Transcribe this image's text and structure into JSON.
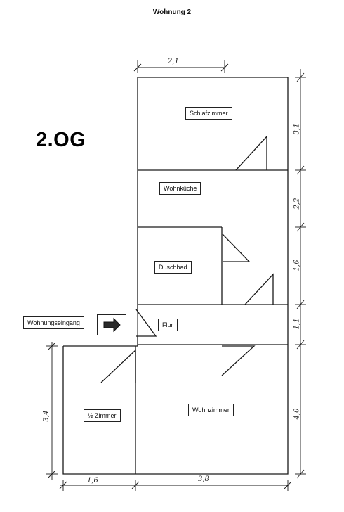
{
  "header": {
    "title": "Wohnung 2",
    "floor": "2.OG"
  },
  "rooms": {
    "schlafzimmer": "Schlafzimmer",
    "wohnkueche": "Wohnküche",
    "duschbad": "Duschbad",
    "flur": "Flur",
    "halbes_zimmer": "½ Zimmer",
    "wohnzimmer": "Wohnzimmer"
  },
  "entrance": {
    "label": "Wohnungseingang",
    "icon": "arrow-right-icon"
  },
  "dimensions": {
    "top_width": "2,1",
    "right_schlafzimmer": "3,1",
    "right_wohnkueche": "2,2",
    "right_duschbad": "1,6",
    "right_flur": "1,1",
    "right_wohnzimmer": "4,0",
    "left_halbes_zimmer": "3,4",
    "bottom_halbes_zimmer": "1,6",
    "bottom_wohnzimmer": "3,8"
  }
}
